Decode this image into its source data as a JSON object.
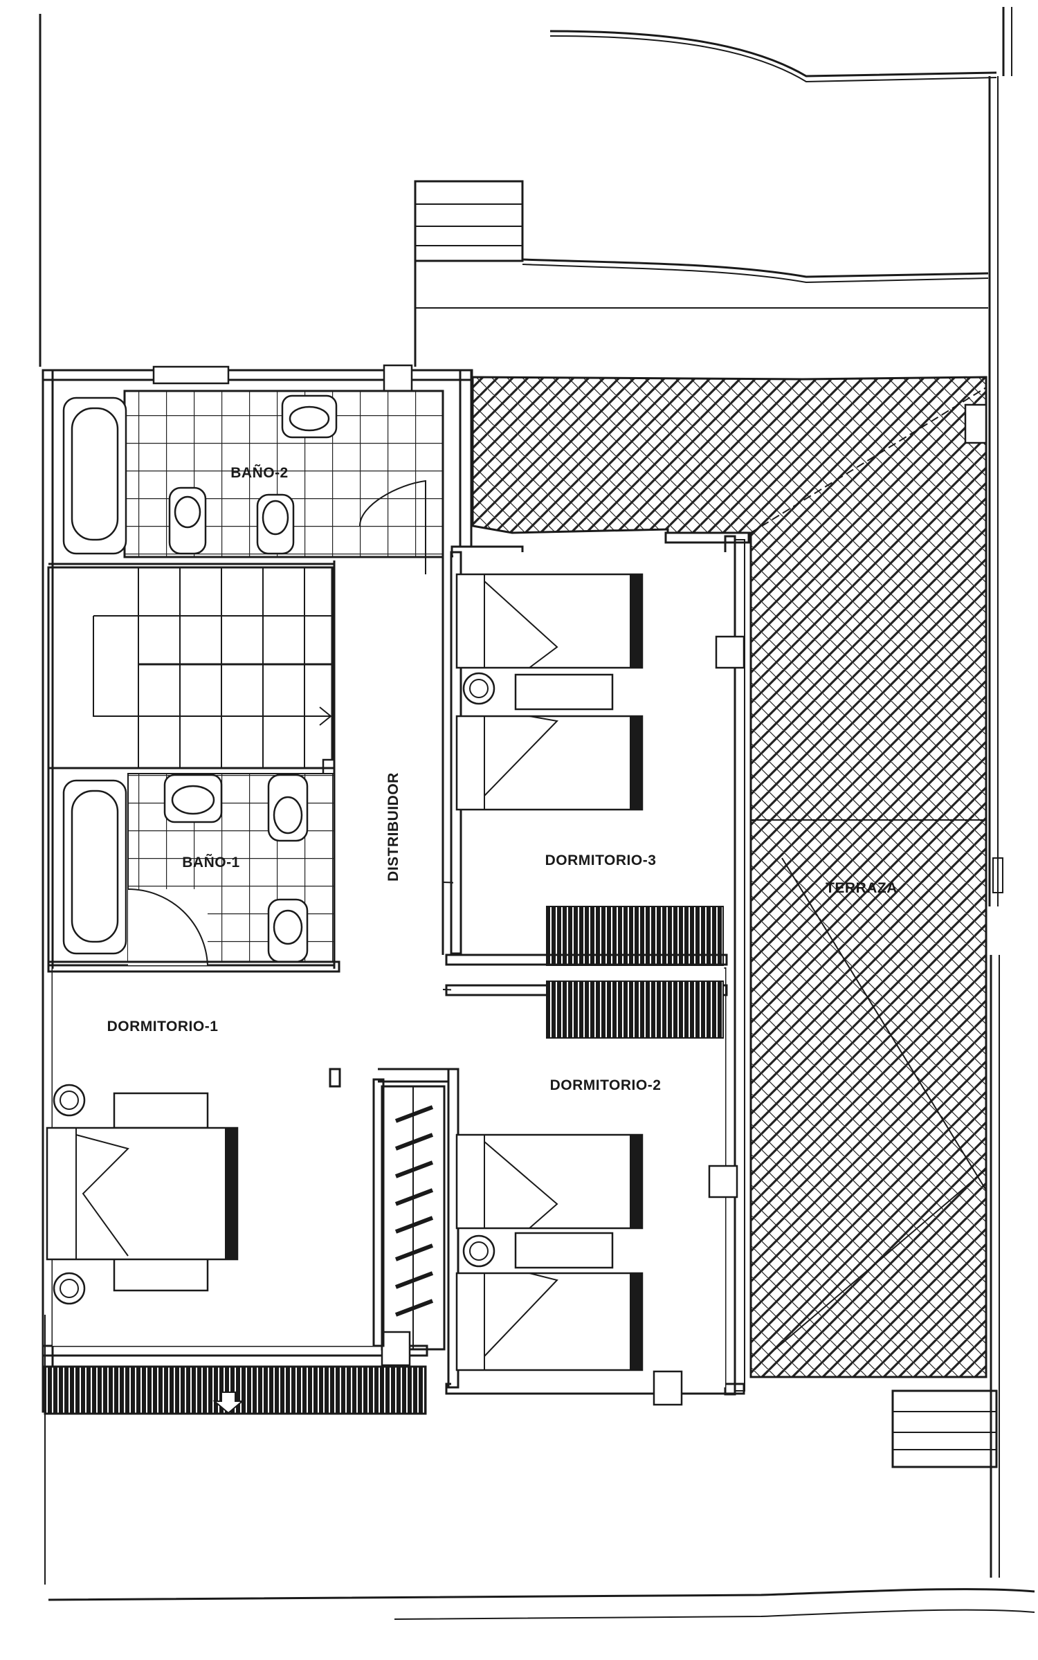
{
  "rooms": {
    "bano2": "BAÑO-2",
    "bano1": "BAÑO-1",
    "distribuidor": "DISTRIBUIDOR",
    "dormitorio1": "DORMITORIO-1",
    "dormitorio2": "DORMITORIO-2",
    "dormitorio3": "DORMITORIO-3",
    "terraza": "TERRAZA"
  }
}
